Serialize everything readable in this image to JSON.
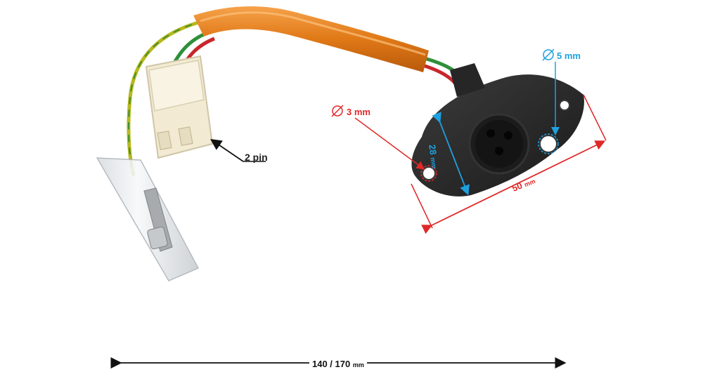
{
  "labels": {
    "connector": "2 pin",
    "small_hole_diameter": "3 mm",
    "large_hole_diameter": "5 mm",
    "socket_width": "28",
    "socket_width_unit": "mm",
    "flange_length": "50",
    "flange_length_unit": "mm",
    "cable_length": "140 / 170",
    "cable_length_unit": "mm"
  },
  "colors": {
    "sleeve": "#e8821e",
    "socket": "#2a2a2a",
    "connector": "#f2ead2",
    "red_dimension": "#e02828",
    "blue_dimension": "#1ea0e0"
  }
}
